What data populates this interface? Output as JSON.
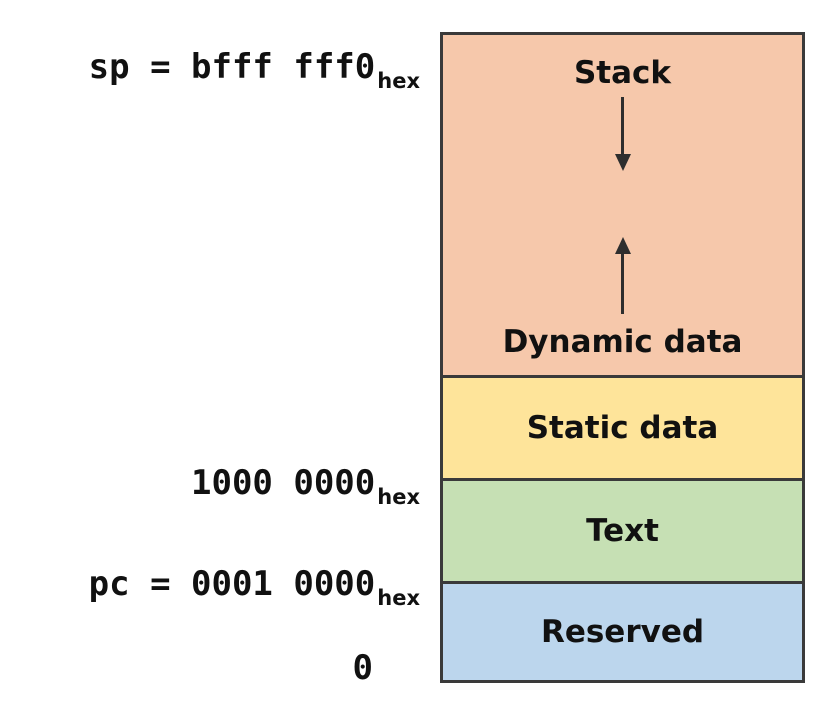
{
  "addresses": {
    "sp": {
      "main": "sp = bfff fff0",
      "sub": "hex"
    },
    "static_start": {
      "main": "1000 0000",
      "sub": "hex"
    },
    "pc": {
      "main": "pc = 0001 0000",
      "sub": "hex"
    },
    "zero": {
      "main": "0"
    }
  },
  "segments": {
    "stack": "Stack",
    "dynamic": "Dynamic data",
    "static": "Static data",
    "text": "Text",
    "reserved": "Reserved"
  },
  "colors": {
    "stack": "#f6c8ab",
    "static": "#fee49a",
    "text": "#c6e0b4",
    "reserved": "#bcd6ed",
    "border": "#3a3a3a"
  },
  "icons": [
    "arrow-down-icon",
    "arrow-up-icon"
  ]
}
